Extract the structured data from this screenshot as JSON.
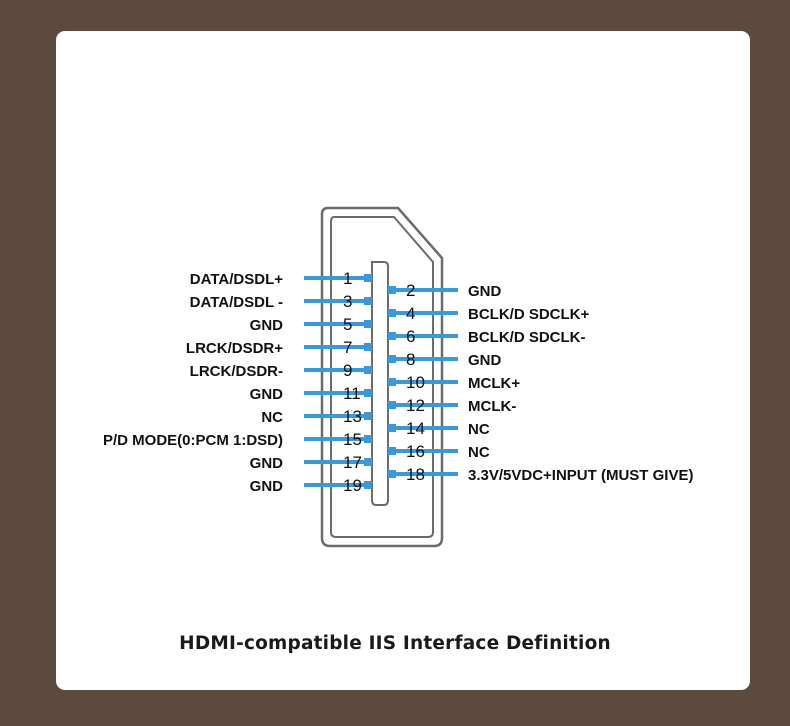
{
  "colors": {
    "wire": "#3a9ad9",
    "outline": "#6b6b6b",
    "background": "#5c4a3f",
    "card": "#ffffff"
  },
  "caption": "HDMI-compatible IIS Interface Definition",
  "left_pins": [
    {
      "num": "1",
      "label": "DATA/DSDL+"
    },
    {
      "num": "3",
      "label": "DATA/DSDL -"
    },
    {
      "num": "5",
      "label": "GND"
    },
    {
      "num": "7",
      "label": "LRCK/DSDR+"
    },
    {
      "num": "9",
      "label": "LRCK/DSDR-"
    },
    {
      "num": "11",
      "label": "GND"
    },
    {
      "num": "13",
      "label": "NC"
    },
    {
      "num": "15",
      "label": "P/D  MODE(0:PCM 1:DSD)"
    },
    {
      "num": "17",
      "label": "GND"
    },
    {
      "num": "19",
      "label": "GND"
    }
  ],
  "right_pins": [
    {
      "num": "2",
      "label": "GND"
    },
    {
      "num": "4",
      "label": "BCLK/D SDCLK+"
    },
    {
      "num": "6",
      "label": "BCLK/D SDCLK-"
    },
    {
      "num": "8",
      "label": "GND"
    },
    {
      "num": "10",
      "label": "MCLK+"
    },
    {
      "num": "12",
      "label": "MCLK-"
    },
    {
      "num": "14",
      "label": "NC"
    },
    {
      "num": "16",
      "label": "NC"
    },
    {
      "num": "18",
      "label": "3.3V/5VDC+INPUT (MUST GIVE)"
    }
  ]
}
